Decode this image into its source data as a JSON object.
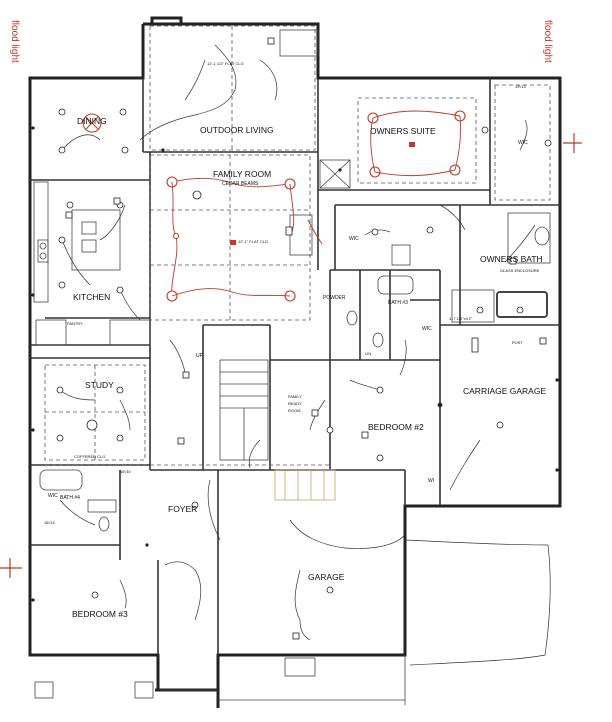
{
  "flood_labels": [
    "flood light",
    "flood light"
  ],
  "rooms": {
    "dining": "DINING",
    "outdoor_living": "OUTDOOR LIVING",
    "owners_suite": "OWNERS SUITE",
    "family_room": "FAMILY ROOM",
    "cedar_beams": "CEDAR BEAMS",
    "kitchen": "KITCHEN",
    "study": "STUDY",
    "coffered": "COFFERED CLG.",
    "foyer": "FOYER",
    "bedroom3": "BEDROOM #3",
    "garage": "GARAGE",
    "bedroom2": "BEDROOM #2",
    "carriage_garage": "CARRIAGE GARAGE",
    "owners_bath": "OWNERS BATH",
    "glass_enclosure": "GLASS ENCLOSURE",
    "powder": "POWDER",
    "bath3": "BATH #3",
    "bath4": "BATH #4",
    "family_ready_1": "FAMILY",
    "family_ready_2": "READY",
    "family_ready_3": "ROOM",
    "wic": "WIC",
    "wi": "WI",
    "pantry": "PANTRY",
    "up": "UP",
    "lin": "LIN",
    "post": "POST"
  },
  "notes": {
    "flat_clg_1": "12'-1 1/2\" FLAT CLG",
    "flat_clg_2": "12'-1\" FLAT CLG.",
    "bath_dim": "4'-7 1/2\"x4'2\"",
    "dim_1810": "18'/10",
    "dim_1815": "18'/15",
    "dim_1913": "19'/13"
  }
}
